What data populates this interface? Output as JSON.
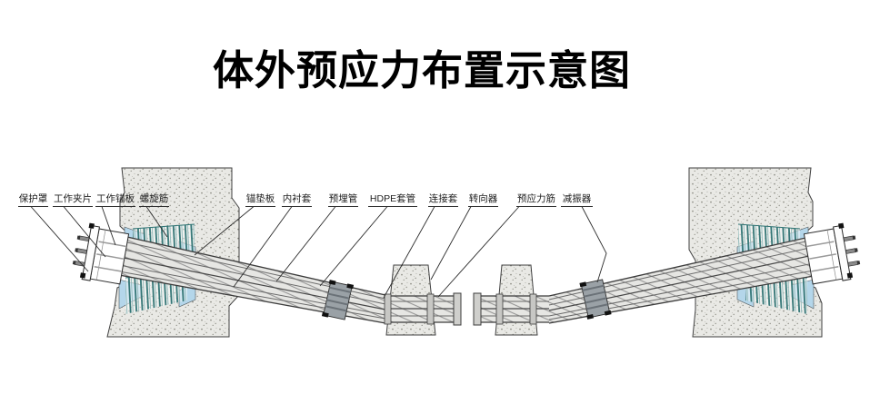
{
  "title": "体外预应力布置示意图",
  "diagram": {
    "type": "engineering-schematic",
    "subject": "external prestressing tendon layout between two concrete anchorage blocks with two deviator blocks",
    "labels": [
      {
        "key": "protective-cap",
        "text": "保护罩"
      },
      {
        "key": "working-wedges",
        "text": "工作夹片"
      },
      {
        "key": "working-anchor-plate",
        "text": "工作锚板"
      },
      {
        "key": "spiral-rebar",
        "text": "螺旋筋"
      },
      {
        "key": "anchor-bearing-plate",
        "text": "锚垫板"
      },
      {
        "key": "inner-liner-sleeve",
        "text": "内衬套"
      },
      {
        "key": "embedded-pipe",
        "text": "预埋管"
      },
      {
        "key": "hdpe-duct",
        "text": "HDPE套管"
      },
      {
        "key": "coupling-sleeve",
        "text": "连接套"
      },
      {
        "key": "deviator",
        "text": "转向器"
      },
      {
        "key": "prestressing-tendon",
        "text": "预应力筋"
      },
      {
        "key": "damper",
        "text": "减振器"
      }
    ],
    "colors": {
      "background": "#ffffff",
      "concrete_fill": "#e9e9e5",
      "concrete_stipple": "#8d8d85",
      "outline": "#3f3f3f",
      "spiral_rebar": "#2f7373",
      "trumpet_blue": "#b4d6ea",
      "tendon_gray": "#6a6a6a",
      "duct_fill": "#e6e6e3",
      "damper_gray": "#9aa1a6",
      "leader_line": "#2b2b2b",
      "title_color": "#000000"
    }
  }
}
